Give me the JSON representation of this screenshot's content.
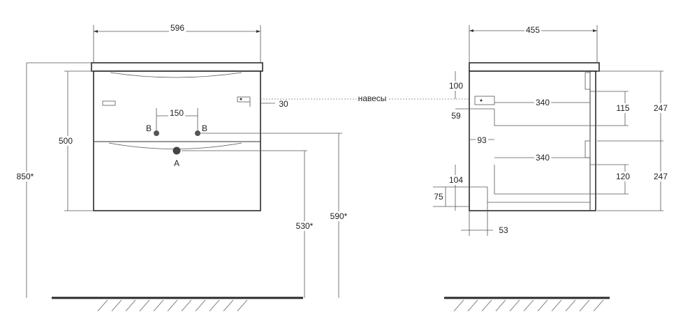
{
  "front_view": {
    "width": "596",
    "total_height": "850*",
    "cabinet_height": "500",
    "hole_spacing": "150",
    "hole_b_left": "B",
    "hole_b_right": "B",
    "hole_a": "A",
    "hinge_offset": "30",
    "height_a": "530*",
    "height_b": "590*"
  },
  "side_view": {
    "depth": "455",
    "top_offset": "100",
    "drawer_depth_top": "340",
    "drawer_height_top": "115",
    "offset_59": "59",
    "offset_93": "93",
    "drawer_depth_bottom": "340",
    "offset_104": "104",
    "drawer_height_bottom": "120",
    "offset_75": "75",
    "offset_53": "53",
    "section_top": "247",
    "section_bottom": "247"
  },
  "hinges_label": "навесы"
}
